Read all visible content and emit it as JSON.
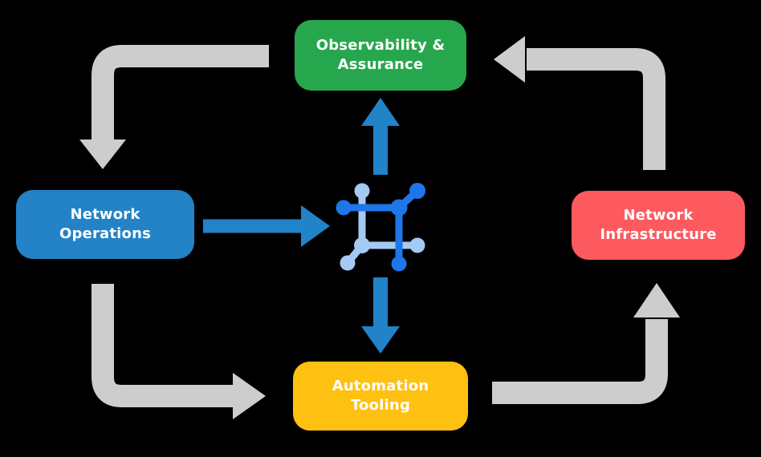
{
  "diagram": {
    "type": "cycle-flow",
    "nodes": {
      "observability": {
        "line1": "Observability &",
        "line2": "Assurance",
        "color": "#27a74d"
      },
      "operations": {
        "line1": "Network",
        "line2": "Operations",
        "color": "#2383c6"
      },
      "infrastructure": {
        "line1": "Network",
        "line2": "Infrastructure",
        "color": "#fc5a5e"
      },
      "automation": {
        "line1": "Automation",
        "line2": "Tooling",
        "color": "#fec011"
      }
    },
    "center_icon": "network-fabric-icon",
    "flow": [
      "observability -> operations",
      "operations -> automation",
      "automation -> infrastructure",
      "infrastructure -> observability",
      "operations -> center",
      "center -> observability",
      "center -> automation"
    ]
  },
  "colors": {
    "background": "#000000",
    "cycle_arrow_gray": "#cdcdcd",
    "flow_arrow_blue": "#2183c8",
    "icon_dark_blue": "#1e76e8",
    "icon_light_blue": "#a4c9f3",
    "label_text": "#ffffff"
  }
}
